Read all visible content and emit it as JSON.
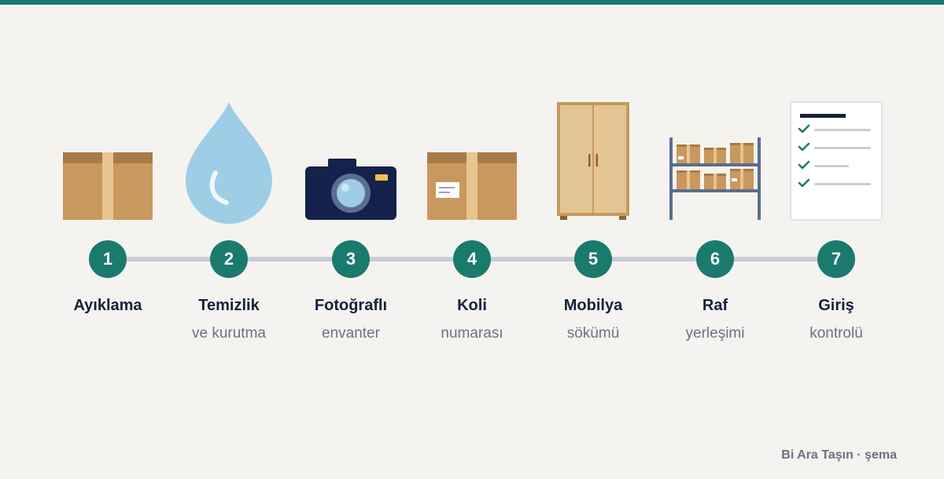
{
  "steps": [
    {
      "number": "1",
      "title": "Ayıklama",
      "subtitle": "",
      "icon": "cardboard-box-icon"
    },
    {
      "number": "2",
      "title": "Temizlik",
      "subtitle": "ve kurutma",
      "icon": "water-drop-icon"
    },
    {
      "number": "3",
      "title": "Fotoğraflı",
      "subtitle": "envanter",
      "icon": "camera-icon"
    },
    {
      "number": "4",
      "title": "Koli",
      "subtitle": "numarası",
      "icon": "labeled-box-icon"
    },
    {
      "number": "5",
      "title": "Mobilya",
      "subtitle": "sökümü",
      "icon": "wardrobe-icon"
    },
    {
      "number": "6",
      "title": "Raf",
      "subtitle": "yerleşimi",
      "icon": "shelf-icon"
    },
    {
      "number": "7",
      "title": "Giriş",
      "subtitle": "kontrolü",
      "icon": "checklist-icon"
    }
  ],
  "footer": "Bi Ara Taşın · şema",
  "colors": {
    "accent": "#1a7a6e",
    "track": "#c8ccd6",
    "title": "#14213d",
    "subtitle": "#6b7185",
    "background": "#f5f3ef"
  }
}
